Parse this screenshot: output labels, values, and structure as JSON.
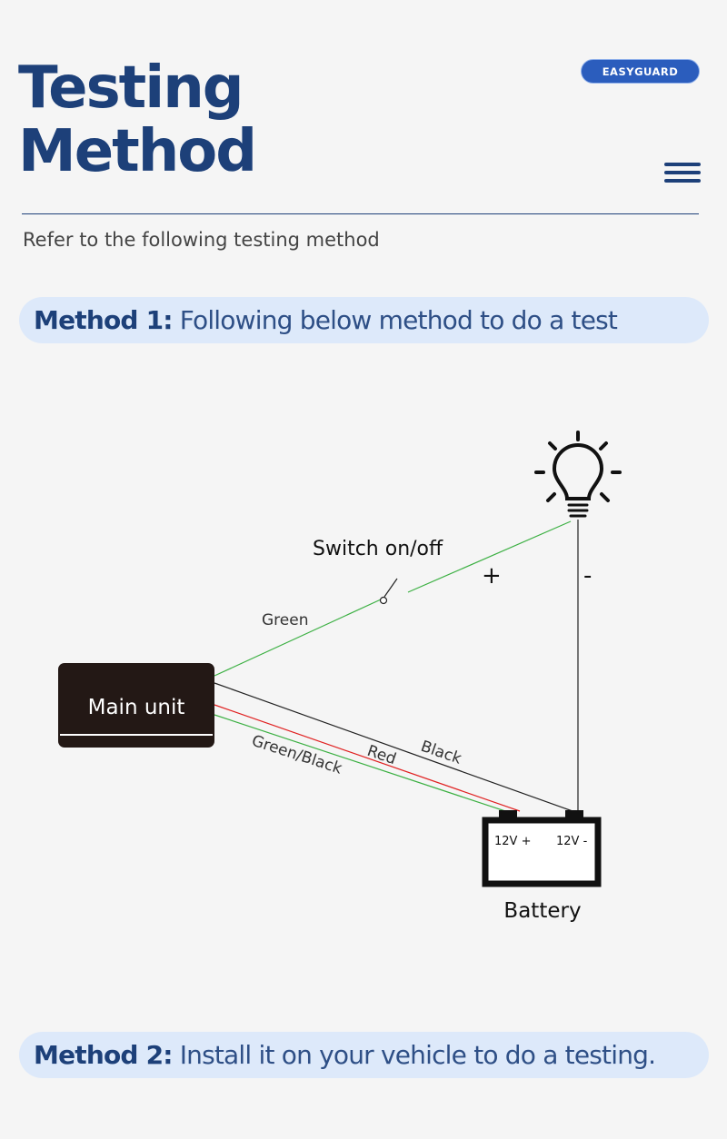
{
  "header": {
    "title_line1": "Testing",
    "title_line2": "Method",
    "brand": "EASYGUARD",
    "menu_icon": "hamburger-menu-icon"
  },
  "intro": "Refer to the following testing method",
  "method1": {
    "label": "Method 1:",
    "text": "Following below method to do a test"
  },
  "method2": {
    "label": "Method 2:",
    "text": "Install it on your vehicle to do a testing."
  },
  "diagram": {
    "switch_label": "Switch on/off",
    "plus": "+",
    "minus": "-",
    "main_unit": "Main unit",
    "wire_green": "Green",
    "wire_green_black": "Green/Black",
    "wire_red": "Red",
    "wire_black": "Black",
    "terminal_pos": "12V +",
    "terminal_neg": "12V -",
    "battery": "Battery",
    "bulb_icon": "light-bulb-icon",
    "colors": {
      "green": "#3cb043",
      "red": "#e02020",
      "black": "#222222",
      "unit_fill": "#231815"
    }
  },
  "colors": {
    "title": "#1d4079",
    "bar": "#dde9fa",
    "brand": "#2b5dbd",
    "background": "#f5f5f5"
  }
}
